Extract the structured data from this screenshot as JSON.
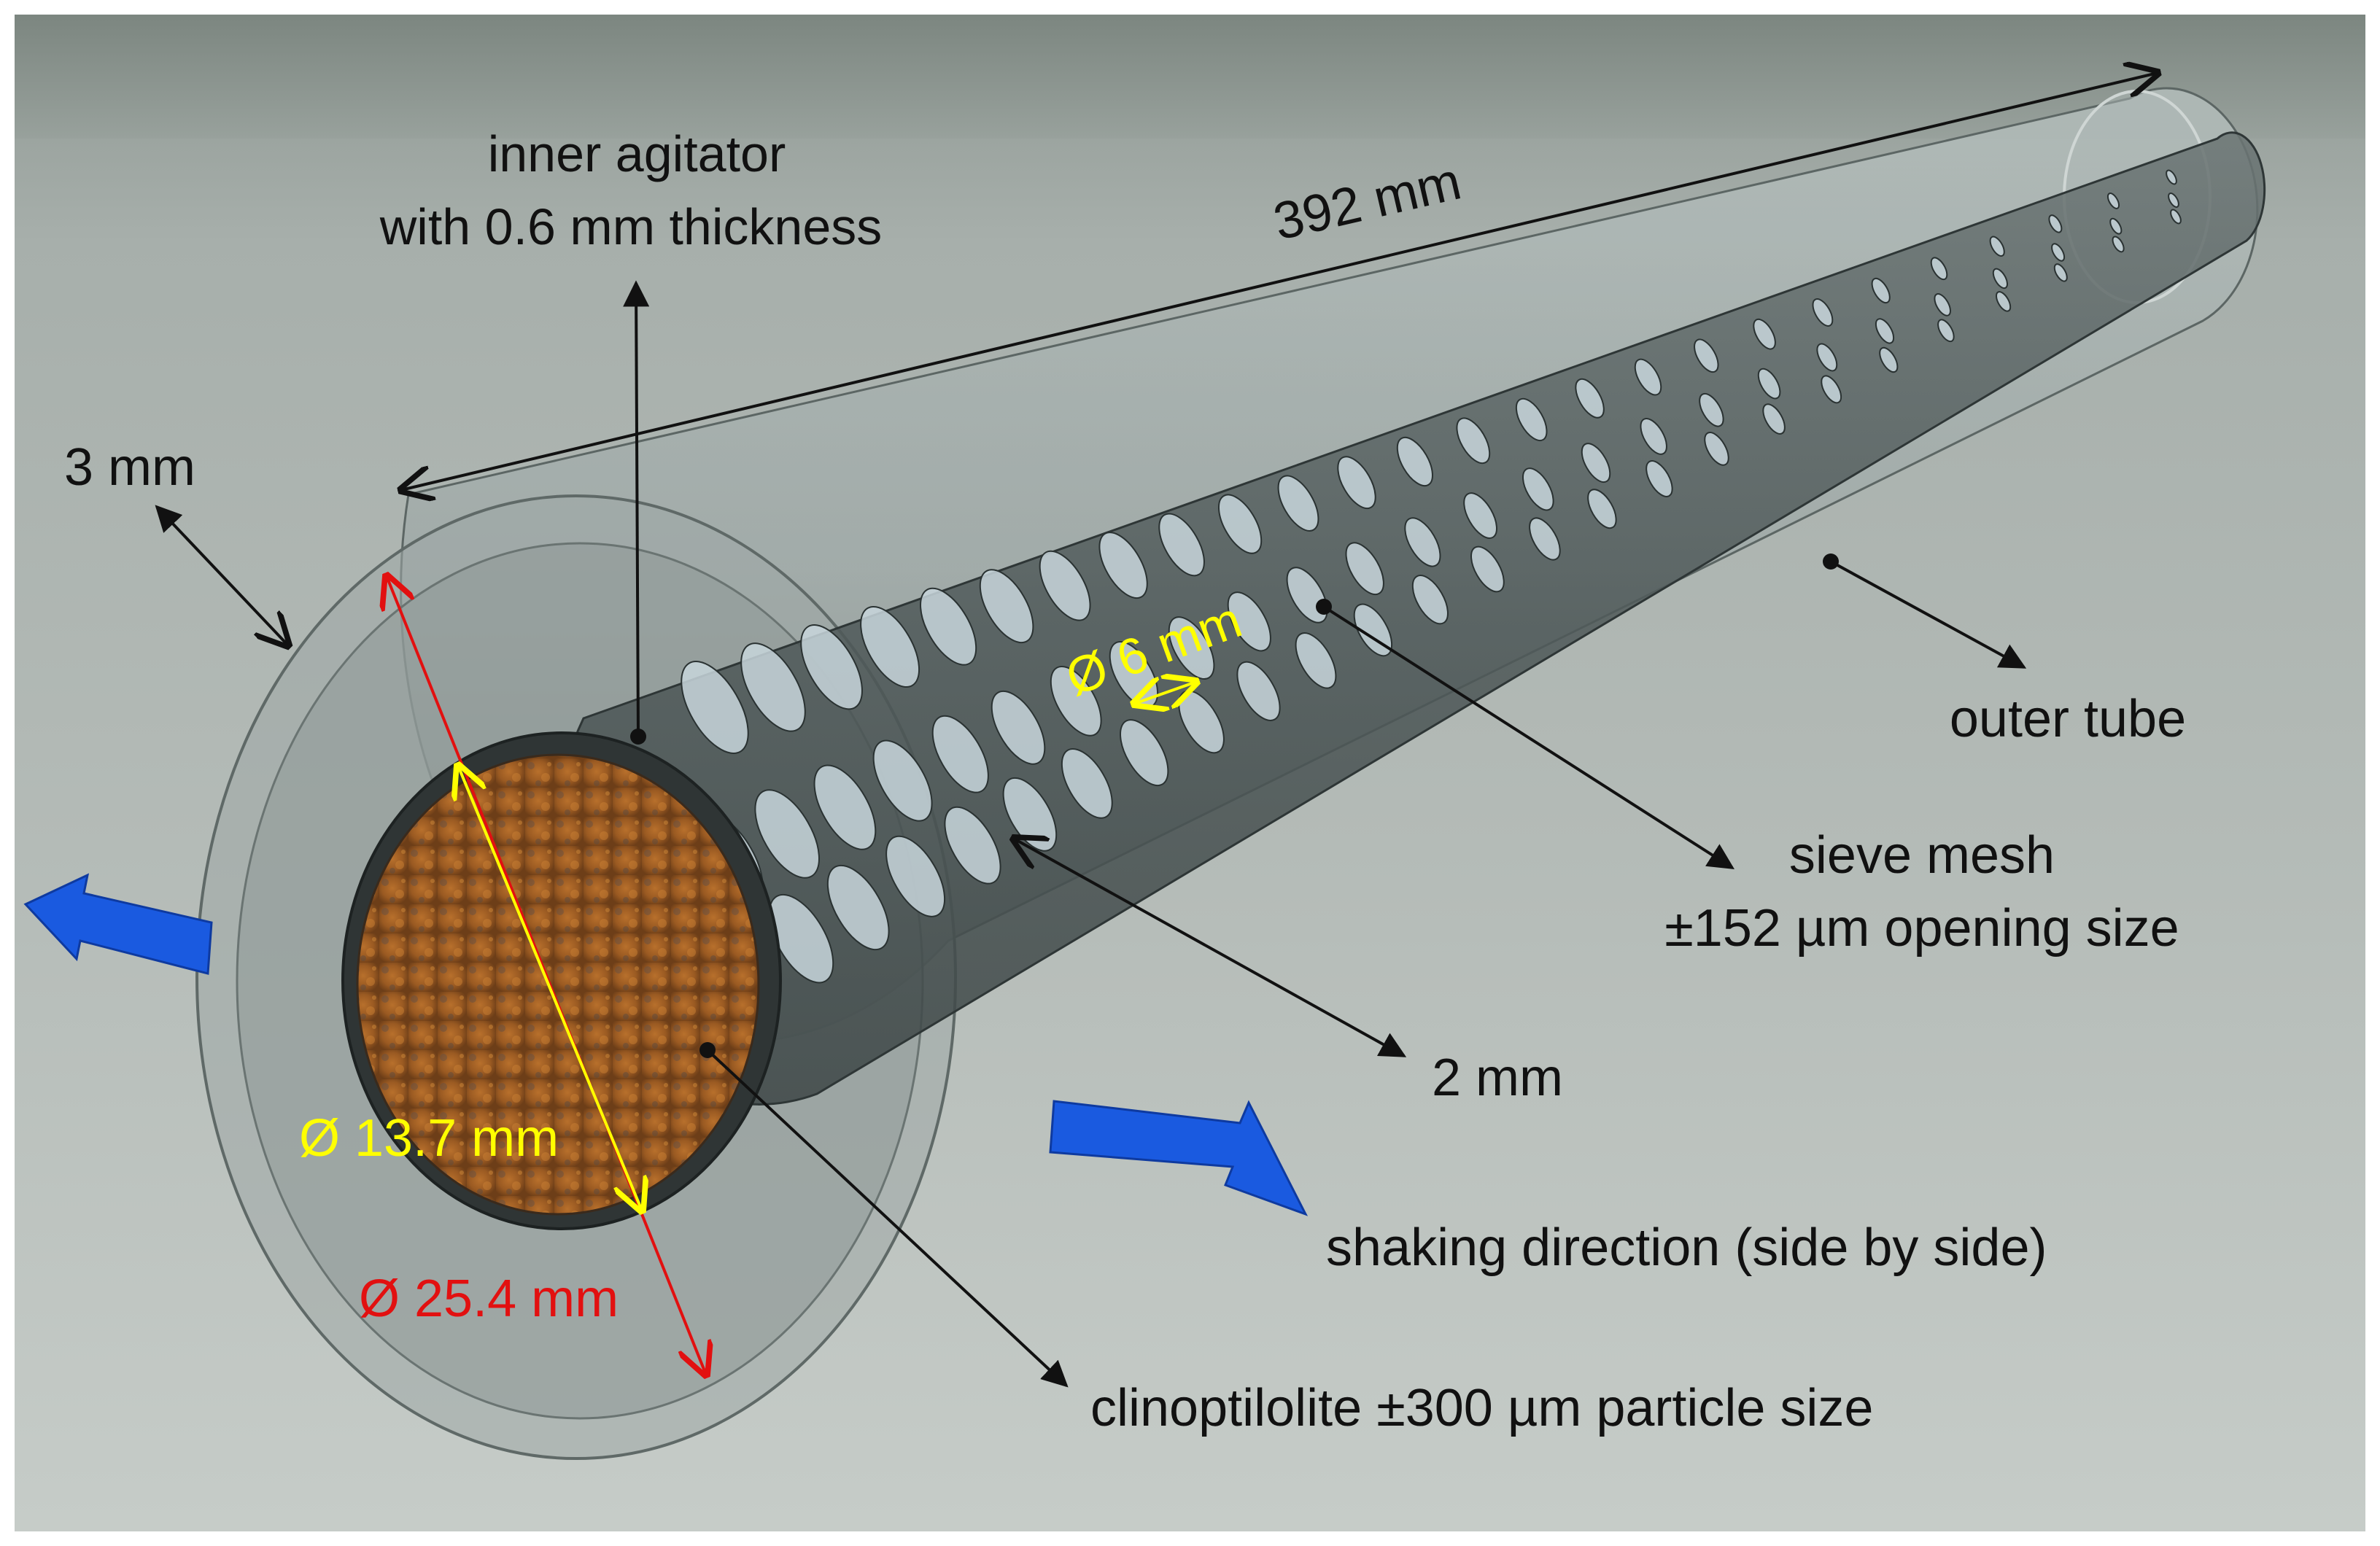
{
  "labels": {
    "agitator_line1": "inner agitator",
    "agitator_line2": "with 0.6 mm thickness",
    "length": "392 mm",
    "gap_3mm": "3 mm",
    "hole_dia": "Ø 6 mm",
    "outer_tube": "outer tube",
    "sieve_line1": "sieve mesh",
    "sieve_line2": "±152 µm opening size",
    "gap_2mm": "2 mm",
    "inner_dia": "Ø 13.7 mm",
    "outer_dia": "Ø 25.4 mm",
    "shaking": "shaking direction (side by side)",
    "clino": "clinoptilolite ±300 µm particle size"
  },
  "colors": {
    "label_black": "#111111",
    "dim_yellow": "#ffff00",
    "dim_red": "#e21010",
    "arrow_blue": "#1a5ae0",
    "particle_brown": "#9a5a22"
  },
  "icons": {
    "shaking_arrow": "blue-block-arrow-icon"
  }
}
